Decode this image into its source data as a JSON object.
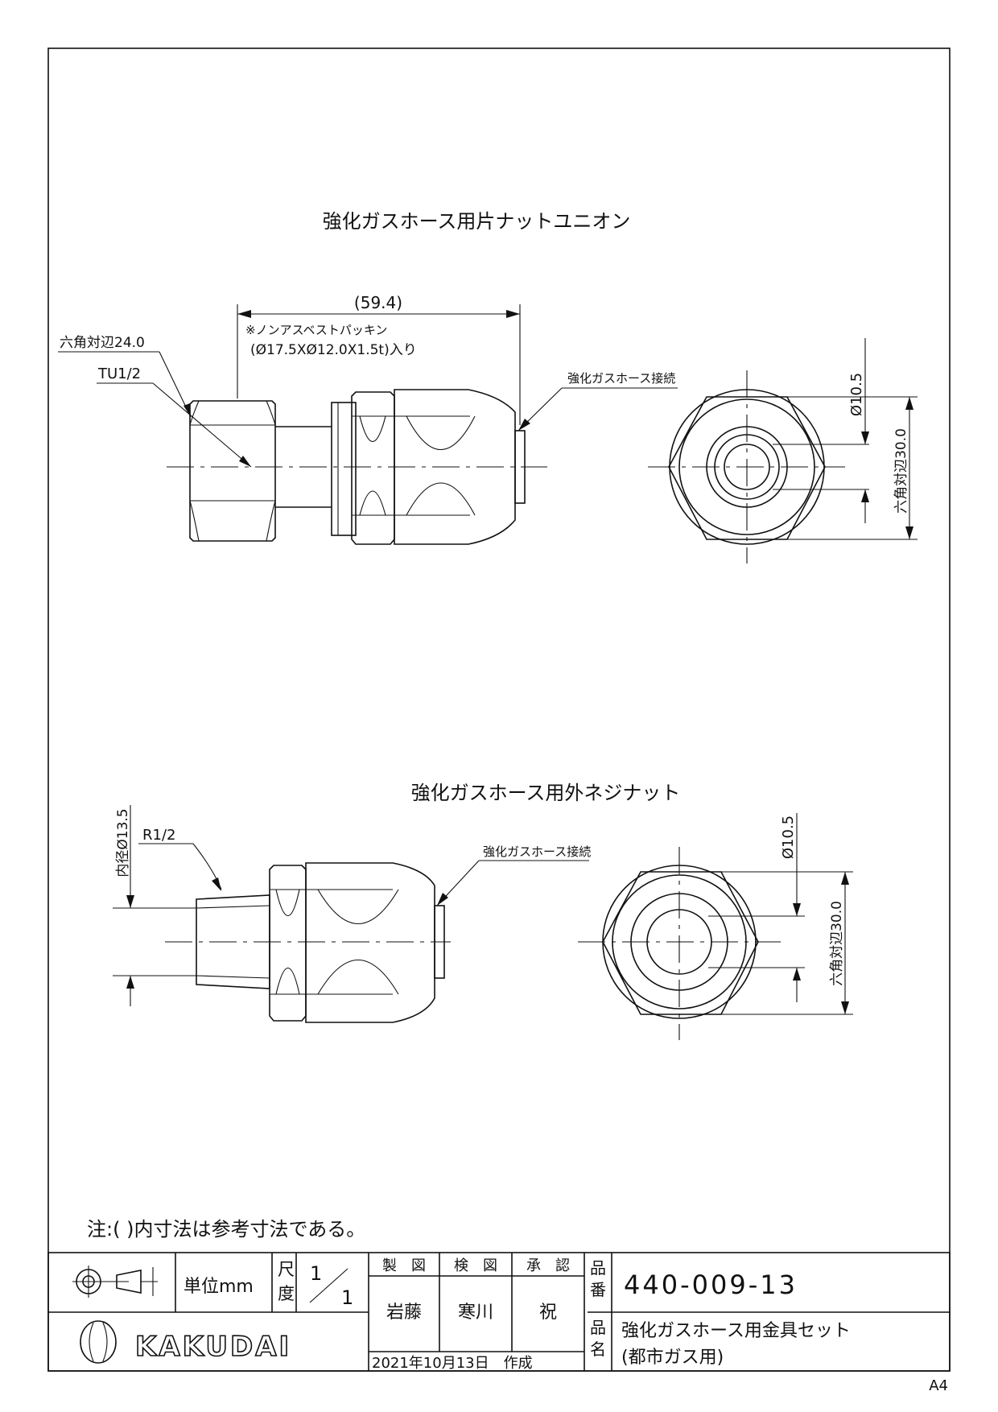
{
  "view1": {
    "title": "強化ガスホース用片ナットユニオン",
    "dim_length": "(59.4)",
    "packing_note_1": "※ノンアスベストパッキン",
    "packing_note_2": "(Ø17.5XØ12.0X1.5t)入り",
    "hex_size": "六角対辺24.0",
    "thread": "TU1/2",
    "hose_connection": "強化ガスホース接続",
    "bore": "Ø10.5",
    "end_hex": "六角対辺30.0"
  },
  "view2": {
    "title": "強化ガスホース用外ネジナット",
    "inner_dia": "内径Ø13.5",
    "thread": "R1/2",
    "hose_connection": "強化ガスホース接続",
    "bore": "Ø10.5",
    "end_hex": "六角対辺30.0"
  },
  "note": "注:( )内寸法は参考寸法である。",
  "title_block": {
    "unit": "単位mm",
    "scale_label_1": "尺",
    "scale_label_2": "度",
    "scale_num": "1",
    "scale_den": "1",
    "drawn_label": "製　図",
    "checked_label": "検　図",
    "approved_label": "承　認",
    "drawn_by": "岩藤",
    "checked_by": "寒川",
    "approved_by": "祝",
    "part_no_label_1": "品",
    "part_no_label_2": "番",
    "part_no": "440-009-13",
    "name_label_1": "品",
    "name_label_2": "名",
    "name_line_1": "強化ガスホース用金具セット",
    "name_line_2": "(都市ガス用)",
    "date": "2021年10月13日　作成",
    "brand": "KAKUDAI"
  },
  "paper_size": "A4"
}
